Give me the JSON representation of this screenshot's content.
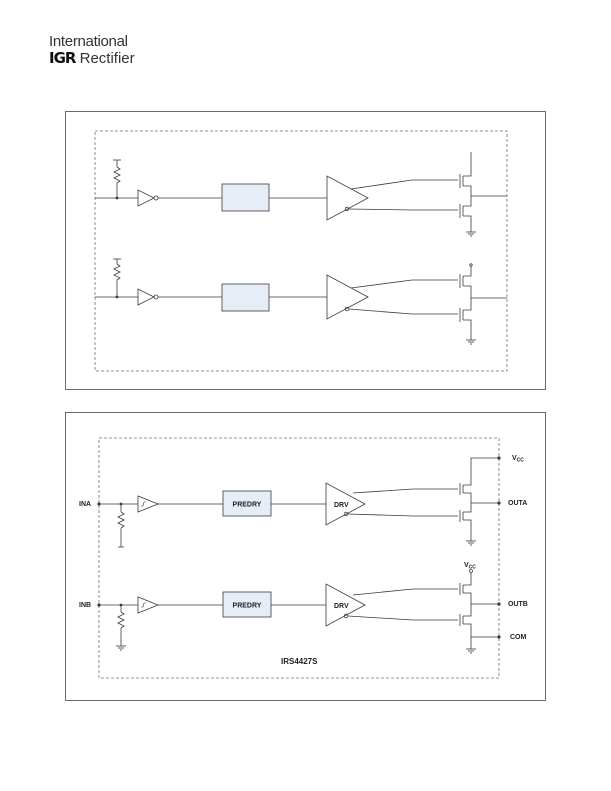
{
  "logo": {
    "line1": "International",
    "mark": "IGR",
    "line2": "Rectifier",
    "icon": "ir-logo-mark"
  },
  "diagram2": {
    "pins": {
      "ina": "INA",
      "inb": "INB",
      "vcc": "V",
      "vcc_sub": "CC",
      "vcc_mid": "V",
      "vcc_mid_sub": "CC",
      "outa": "OUTA",
      "outb": "OUTB",
      "com": "COM"
    },
    "blocks": {
      "predry_a": "PREDRY",
      "predry_b": "PREDRY",
      "drv_a": "DRV",
      "drv_b": "DRV"
    },
    "part_number": "IRS4427S"
  },
  "colors": {
    "block_fill": "#e6edf7",
    "line": "#3a3a3a",
    "dash": "#707070"
  }
}
